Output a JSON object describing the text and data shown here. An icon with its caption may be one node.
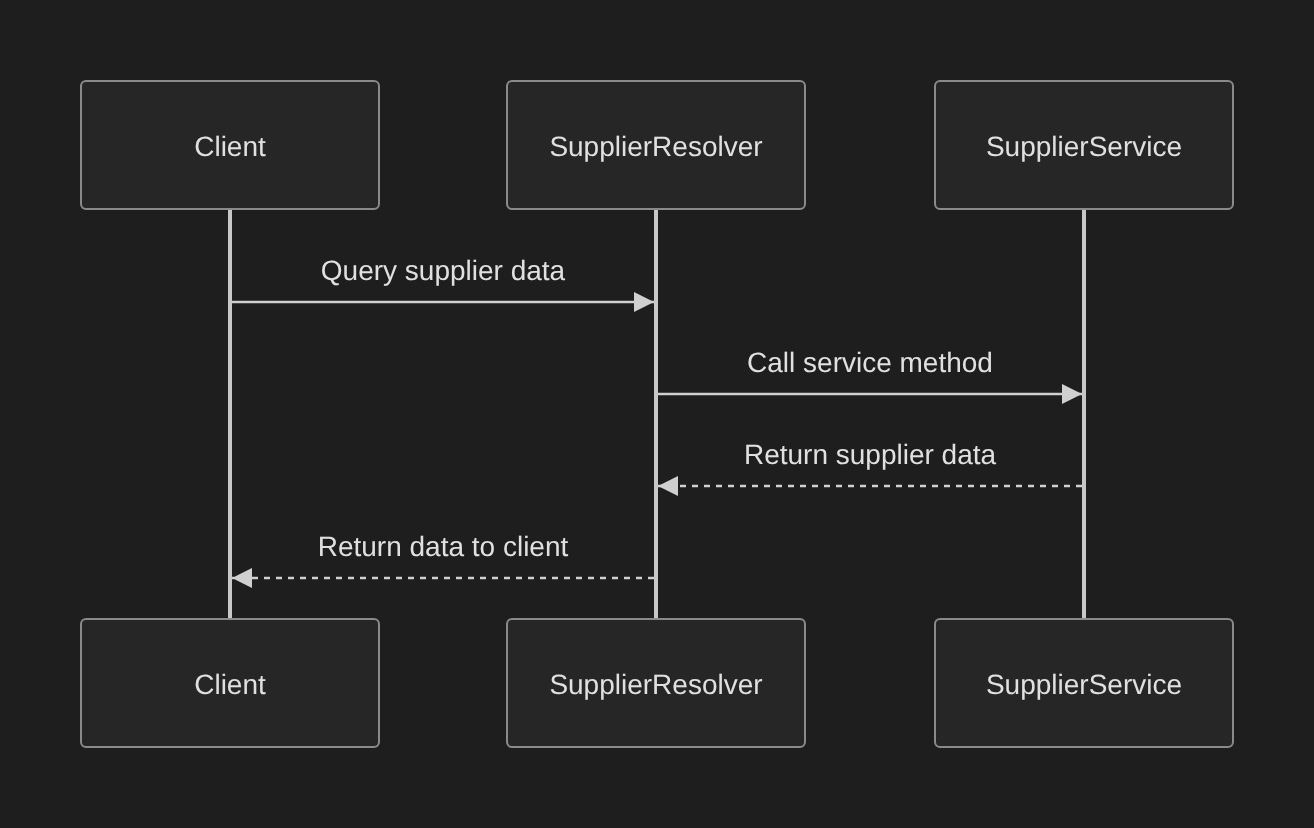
{
  "diagram": {
    "nodes": [
      {
        "text": [
          "Client"
        ]
      },
      {
        "text": [
          "SupplierResolver"
        ]
      },
      {
        "text": [
          "SupplierService"
        ]
      },
      {
        "text": [],
        "shape": "bar"
      },
      {
        "text": [],
        "shape": "bar"
      },
      {
        "text": [],
        "shape": "bar"
      },
      {
        "text": [
          "Client"
        ]
      },
      {
        "text": [
          "SupplierResolver"
        ]
      },
      {
        "text": [
          "SupplierService"
        ]
      }
    ],
    "edges": [
      {
        "from": 3,
        "to": 4,
        "arrow": "to",
        "label": "Query supplier data"
      },
      {
        "from": 4,
        "to": 5,
        "arrow": "to",
        "label": "Call service method"
      },
      {
        "from": 5,
        "to": 4,
        "arrow": "to",
        "label": "Return supplier data",
        "style": "dashed"
      },
      {
        "from": 4,
        "to": 3,
        "arrow": "to",
        "label": "Return data to client",
        "style": "dashed"
      }
    ]
  }
}
